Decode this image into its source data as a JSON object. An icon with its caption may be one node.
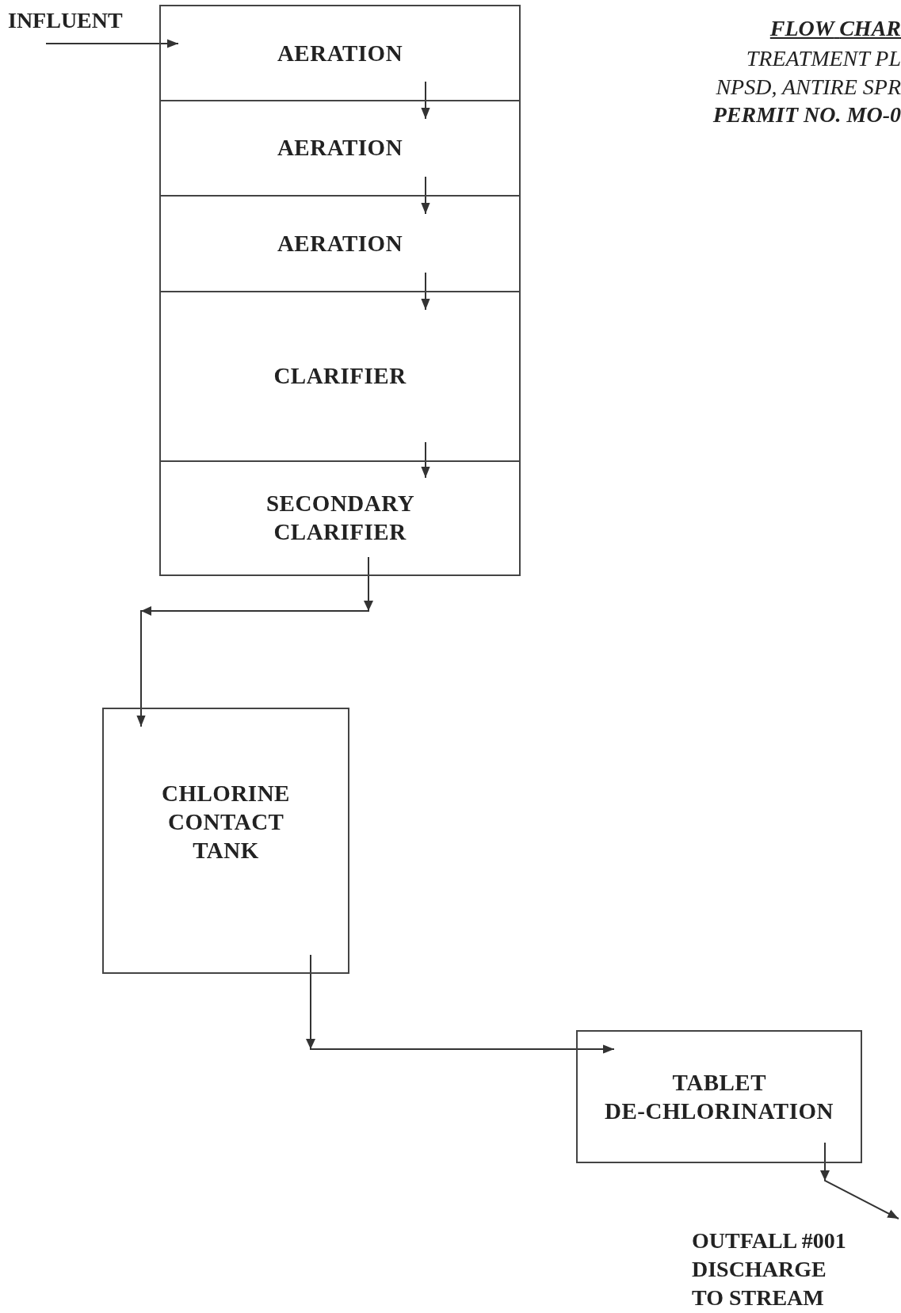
{
  "diagram": {
    "title": "FLOW CHAR",
    "nodes": [
      {
        "text": [
          "AERATION"
        ]
      },
      {
        "text": [
          "AERATION"
        ]
      },
      {
        "text": [
          "AERATION"
        ]
      },
      {
        "text": [
          "CLARIFIER"
        ]
      },
      {
        "text": [
          "SECONDARY CLARIFIER"
        ]
      },
      {
        "text": [
          "CHLORINE CONTACT TANK"
        ]
      },
      {
        "text": [
          "TABLET DE-CHLORINATION"
        ]
      }
    ],
    "edges": [
      {
        "from": null,
        "to": 0,
        "arrow": "to"
      },
      {
        "from": 0,
        "to": 1,
        "arrow": "to"
      },
      {
        "from": 1,
        "to": 2,
        "arrow": "to"
      },
      {
        "from": 2,
        "to": 3,
        "arrow": "to"
      },
      {
        "from": 3,
        "to": 4,
        "arrow": "to"
      },
      {
        "from": 4,
        "to": 5,
        "arrow": "to"
      },
      {
        "from": 5,
        "to": 6,
        "arrow": "to"
      },
      {
        "from": 6,
        "to": null,
        "arrow": "to"
      }
    ],
    "labels": [
      "INFLUENT",
      "TREATMENT PL",
      "NPSD, ANTIRE SPR",
      "PERMIT NO. MO-0",
      "OUTFALL #001 DISCHARGE TO STREAM"
    ]
  }
}
